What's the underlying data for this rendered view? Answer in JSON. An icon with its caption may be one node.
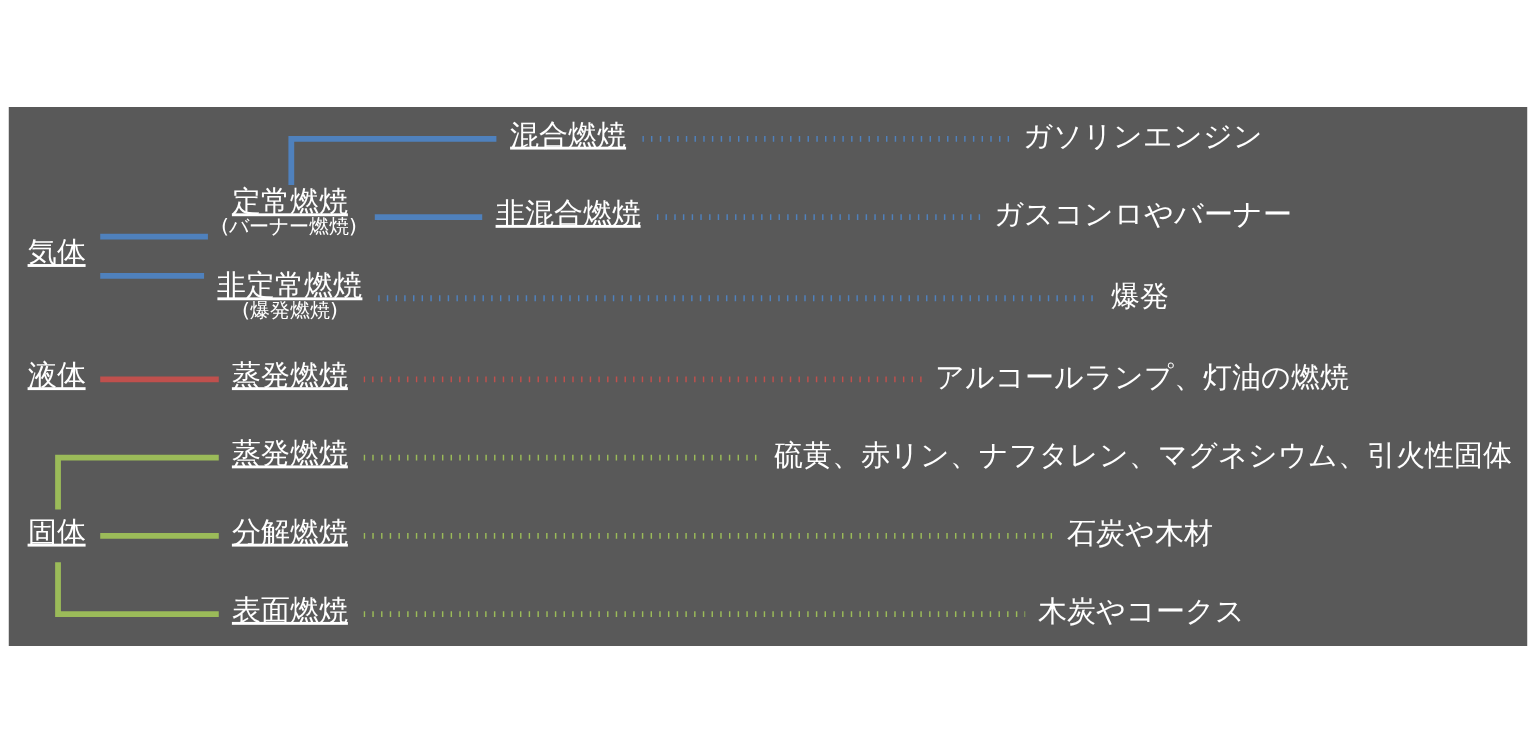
{
  "diagram": {
    "nodes": [
      {
        "text": [
          "気体"
        ]
      },
      {
        "text": [
          "定常燃焼",
          "(バーナー燃焼)"
        ]
      },
      {
        "text": [
          "混合燃焼"
        ]
      },
      {
        "text": [
          "ガソリンエンジン"
        ]
      },
      {
        "text": [
          "非混合燃焼"
        ]
      },
      {
        "text": [
          "ガスコンロやバーナー"
        ]
      },
      {
        "text": [
          "非定常燃焼",
          "(爆発燃焼)"
        ]
      },
      {
        "text": [
          "爆発"
        ]
      },
      {
        "text": [
          "液体"
        ]
      },
      {
        "text": [
          "蒸発燃焼"
        ]
      },
      {
        "text": [
          "アルコールランプ、灯油の燃焼"
        ]
      },
      {
        "text": [
          "固体"
        ]
      },
      {
        "text": [
          "蒸発燃焼"
        ]
      },
      {
        "text": [
          "硫黄、赤リン、ナフタレン、マグネシウム、引火性固体"
        ]
      },
      {
        "text": [
          "分解燃焼"
        ]
      },
      {
        "text": [
          "石炭や木材"
        ]
      },
      {
        "text": [
          "表面燃焼"
        ]
      },
      {
        "text": [
          "木炭やコークス"
        ]
      }
    ],
    "edges": [
      {
        "from": 0,
        "to": 1,
        "arrow": "none"
      },
      {
        "from": 0,
        "to": 6,
        "arrow": "none"
      },
      {
        "from": 1,
        "to": 2,
        "arrow": "none"
      },
      {
        "from": 1,
        "to": 4,
        "arrow": "none"
      },
      {
        "from": 2,
        "to": 3,
        "arrow": "none",
        "style": "dashed"
      },
      {
        "from": 4,
        "to": 5,
        "arrow": "none",
        "style": "dashed"
      },
      {
        "from": 6,
        "to": 7,
        "arrow": "none",
        "style": "dashed"
      },
      {
        "from": 8,
        "to": 9,
        "arrow": "none",
        "color": "#c0504d"
      },
      {
        "from": 9,
        "to": 10,
        "arrow": "none",
        "style": "dashed",
        "color": "#c0504d"
      },
      {
        "from": 11,
        "to": 12,
        "arrow": "none",
        "color": "#9bbb59"
      },
      {
        "from": 11,
        "to": 14,
        "arrow": "none",
        "color": "#9bbb59"
      },
      {
        "from": 11,
        "to": 16,
        "arrow": "none",
        "color": "#9bbb59"
      },
      {
        "from": 12,
        "to": 13,
        "arrow": "none",
        "style": "dashed",
        "color": "#9bbb59"
      },
      {
        "from": 14,
        "to": 15,
        "arrow": "none",
        "style": "dashed",
        "color": "#9bbb59"
      },
      {
        "from": 16,
        "to": 17,
        "arrow": "none",
        "style": "dashed",
        "color": "#9bbb59"
      }
    ]
  }
}
